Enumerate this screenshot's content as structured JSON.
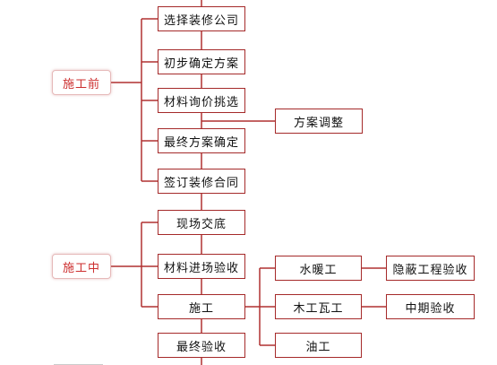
{
  "phases": {
    "before": "施工前",
    "during": "施工中"
  },
  "steps": {
    "select_company": "选择装修公司",
    "preliminary_plan": "初步确定方案",
    "material_inquiry": "材料询价挑选",
    "plan_adjust": "方案调整",
    "final_plan": "最终方案确定",
    "sign_contract": "签订装修合同",
    "site_handover": "现场交底",
    "material_acceptance": "材料进场验收",
    "construction": "施工",
    "plumbing_electrical": "水暖工",
    "hidden_works_acceptance": "隐蔽工程验收",
    "carpentry_masonry": "木工瓦工",
    "mid_term_acceptance": "中期验收",
    "painting": "油工",
    "final_acceptance": "最终验收"
  },
  "colors": {
    "box_border": "#a52a2a",
    "connector": "#b03030",
    "phase_text": "#cc2e2e"
  }
}
